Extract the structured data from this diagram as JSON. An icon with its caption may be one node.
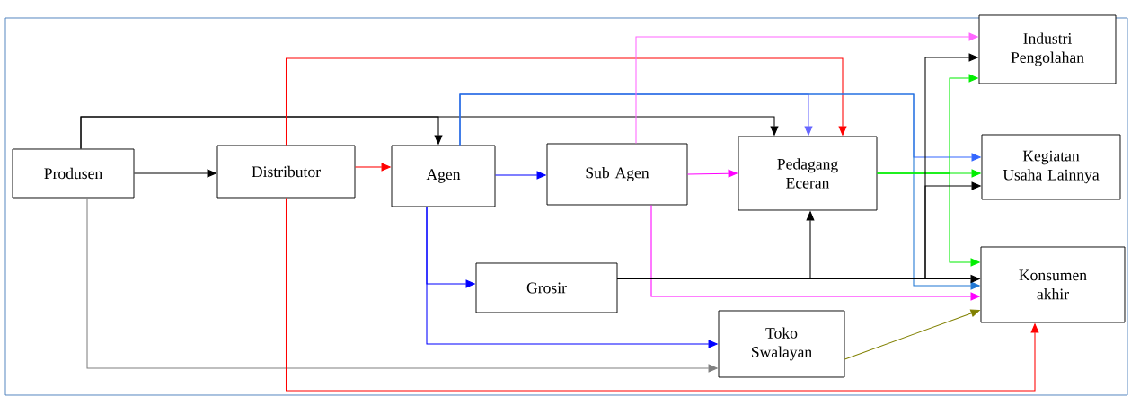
{
  "diagram": {
    "nodes": [
      {
        "text": [
          "Produsen"
        ]
      },
      {
        "text": [
          "Distributor"
        ]
      },
      {
        "text": [
          "Agen"
        ]
      },
      {
        "text": [
          "Sub Agen"
        ]
      },
      {
        "text": [
          "Pedagang Eceran"
        ]
      },
      {
        "text": [
          "Industri Pengolahan"
        ]
      },
      {
        "text": [
          "Kegiatan Usaha Lainnya"
        ]
      },
      {
        "text": [
          "Grosir"
        ]
      },
      {
        "text": [
          "Toko Swalayan"
        ]
      },
      {
        "text": [
          "Konsumen akhir"
        ]
      }
    ],
    "edges": [
      {
        "from": 0,
        "to": 1,
        "arrow": "to"
      },
      {
        "from": 0,
        "to": 2,
        "arrow": "to"
      },
      {
        "from": 0,
        "to": 4,
        "arrow": "to"
      },
      {
        "from": 0,
        "to": 8,
        "arrow": "to",
        "color": "#808080"
      },
      {
        "from": 1,
        "to": 2,
        "arrow": "to",
        "color": "#ff0000"
      },
      {
        "from": 1,
        "to": 4,
        "arrow": "to",
        "color": "#ff0000"
      },
      {
        "from": 1,
        "to": 9,
        "arrow": "to",
        "color": "#ff0000"
      },
      {
        "from": 2,
        "to": 3,
        "arrow": "to",
        "color": "#0000ff"
      },
      {
        "from": 2,
        "to": 4,
        "arrow": "to",
        "color": "#6666ff"
      },
      {
        "from": 2,
        "to": 6,
        "arrow": "to",
        "color": "#3366ff"
      },
      {
        "from": 2,
        "to": 9,
        "arrow": "to",
        "color": "#1f77d4"
      },
      {
        "from": 2,
        "to": 7,
        "arrow": "to",
        "color": "#0000ff"
      },
      {
        "from": 2,
        "to": 8,
        "arrow": "to",
        "color": "#0000ff"
      },
      {
        "from": 3,
        "to": 4,
        "arrow": "to",
        "color": "#ff00ff"
      },
      {
        "from": 3,
        "to": 5,
        "arrow": "to",
        "color": "#ff66ff"
      },
      {
        "from": 3,
        "to": 9,
        "arrow": "to",
        "color": "#ff00ff"
      },
      {
        "from": 4,
        "to": 6,
        "arrow": "to",
        "color": "#00ee00"
      },
      {
        "from": 4,
        "to": 5,
        "arrow": "to",
        "color": "#00ee00"
      },
      {
        "from": 4,
        "to": 9,
        "arrow": "to",
        "color": "#00ee00"
      },
      {
        "from": 7,
        "to": 9,
        "arrow": "to"
      },
      {
        "from": 7,
        "to": 4,
        "arrow": "to"
      },
      {
        "from": 7,
        "to": 5,
        "arrow": "to"
      },
      {
        "from": 7,
        "to": 6,
        "arrow": "to"
      },
      {
        "from": 8,
        "to": 9,
        "arrow": "to",
        "color": "#808000"
      }
    ]
  }
}
